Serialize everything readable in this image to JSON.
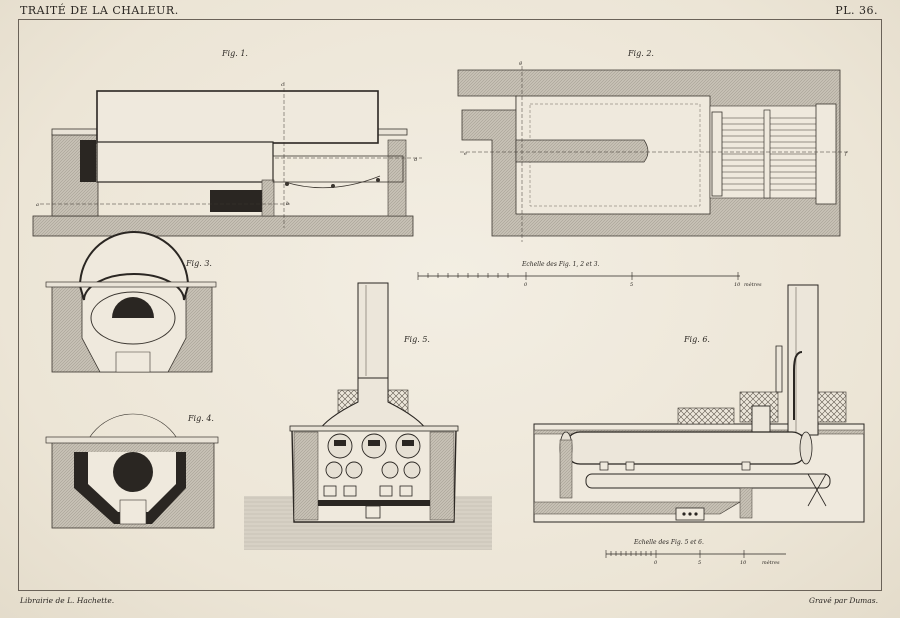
{
  "header": {
    "title": "TRAITÉ DE LA CHALEUR.",
    "plate_number": "PL. 36."
  },
  "figures": {
    "fig1": "Fig. 1.",
    "fig2": "Fig. 2.",
    "fig3": "Fig. 3.",
    "fig4": "Fig. 4.",
    "fig5": "Fig. 5.",
    "fig6": "Fig. 6."
  },
  "scales": {
    "scale_a_caption": "Echelle des Fig. 1, 2 et 3.",
    "scale_a_ticks": [
      "0",
      "5",
      "10"
    ],
    "scale_a_unit": "mètres",
    "scale_b_caption": "Echelle des Fig. 5 et 6.",
    "scale_b_ticks": [
      "0",
      "5",
      "10"
    ],
    "scale_b_unit": "mètres"
  },
  "section_letters": [
    "a",
    "b",
    "c",
    "d",
    "e",
    "f",
    "g"
  ],
  "footer": {
    "publisher": "Librairie de L. Hachette.",
    "engraver": "Gravé par Dumas."
  },
  "colors": {
    "paper": "#efe9dc",
    "ink": "#2a2622",
    "hatch": "#b9b2a6",
    "water": "#cfc9bd"
  }
}
